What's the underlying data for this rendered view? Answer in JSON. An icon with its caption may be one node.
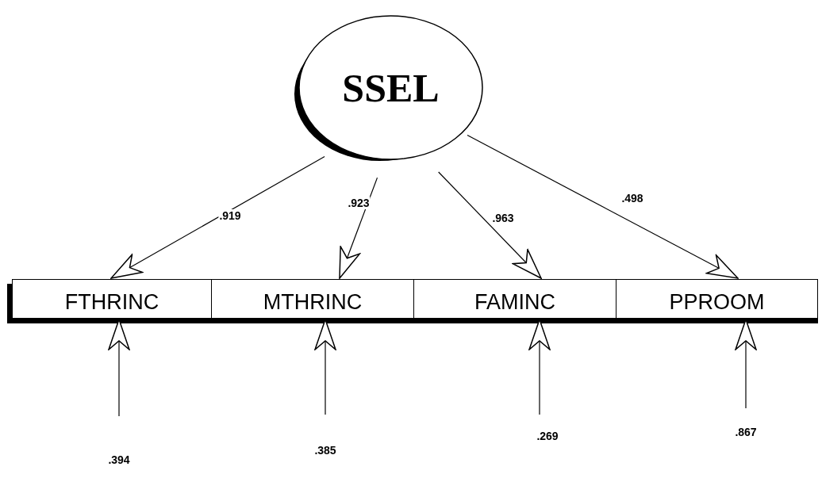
{
  "diagram": {
    "nodes": [
      {
        "text": [
          "SSEL"
        ]
      },
      {
        "text": [
          "FTHRINC"
        ]
      },
      {
        "text": [
          "MTHRINC"
        ]
      },
      {
        "text": [
          "FAMINC"
        ]
      },
      {
        "text": [
          "PPROOM"
        ]
      }
    ],
    "edges": [
      {
        "from": 0,
        "to": 1,
        "arrow": "to",
        "label": ".919"
      },
      {
        "from": 0,
        "to": 2,
        "arrow": "to",
        "label": ".923"
      },
      {
        "from": 0,
        "to": 3,
        "arrow": "to",
        "label": ".963"
      },
      {
        "from": 0,
        "to": 4,
        "arrow": "to",
        "label": ".498"
      },
      {
        "from": null,
        "to": 1,
        "arrow": "to",
        "label": ".394"
      },
      {
        "from": null,
        "to": 2,
        "arrow": "to",
        "label": ".385"
      },
      {
        "from": null,
        "to": 3,
        "arrow": "to",
        "label": ".269"
      },
      {
        "from": null,
        "to": 4,
        "arrow": "to",
        "label": ".867"
      }
    ]
  }
}
